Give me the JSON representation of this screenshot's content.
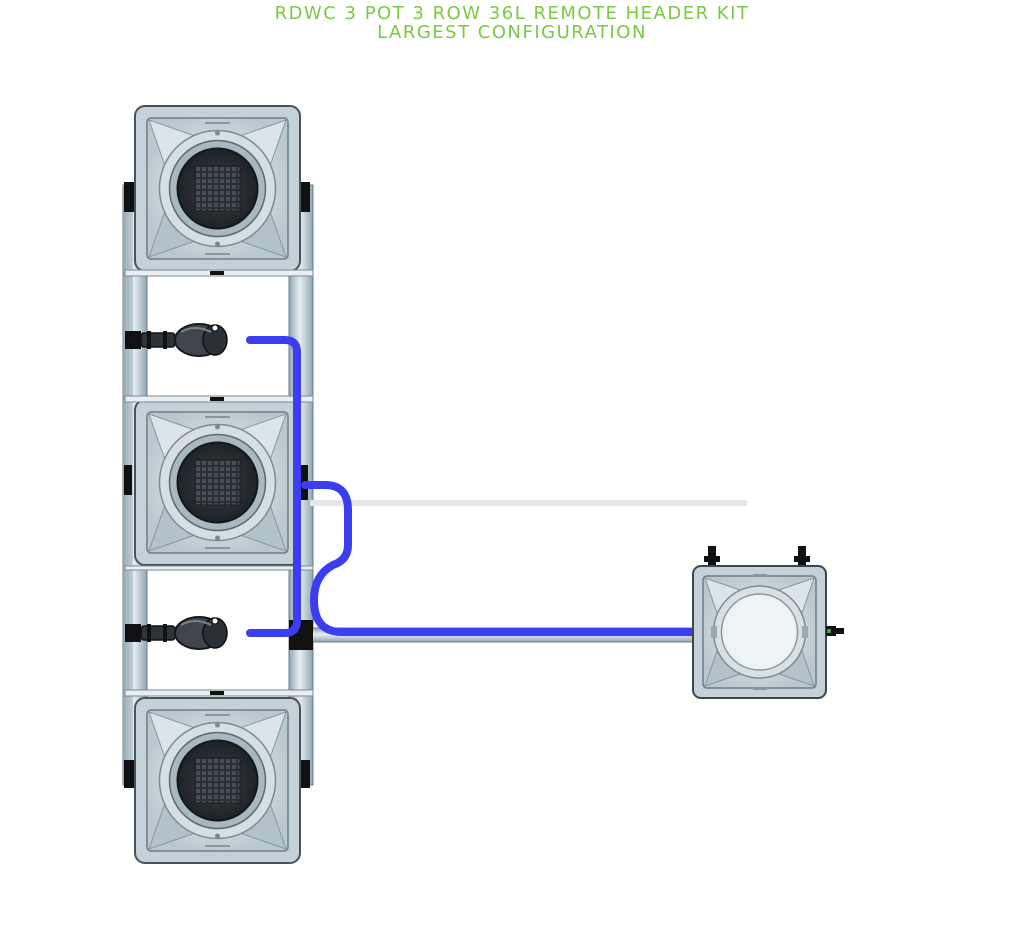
{
  "title": {
    "line1": "RDWC 3 POT 3 ROW 36L REMOTE HEADER KIT",
    "line2": "LARGEST CONFIGURATION"
  },
  "diagram": {
    "pots": [
      "pot",
      "pot",
      "pot"
    ],
    "hose_color": "#3a3df0",
    "pipe_color": "#b8c8d2",
    "pot_color": "#c9d6dc",
    "title_color": "#7ac943"
  }
}
